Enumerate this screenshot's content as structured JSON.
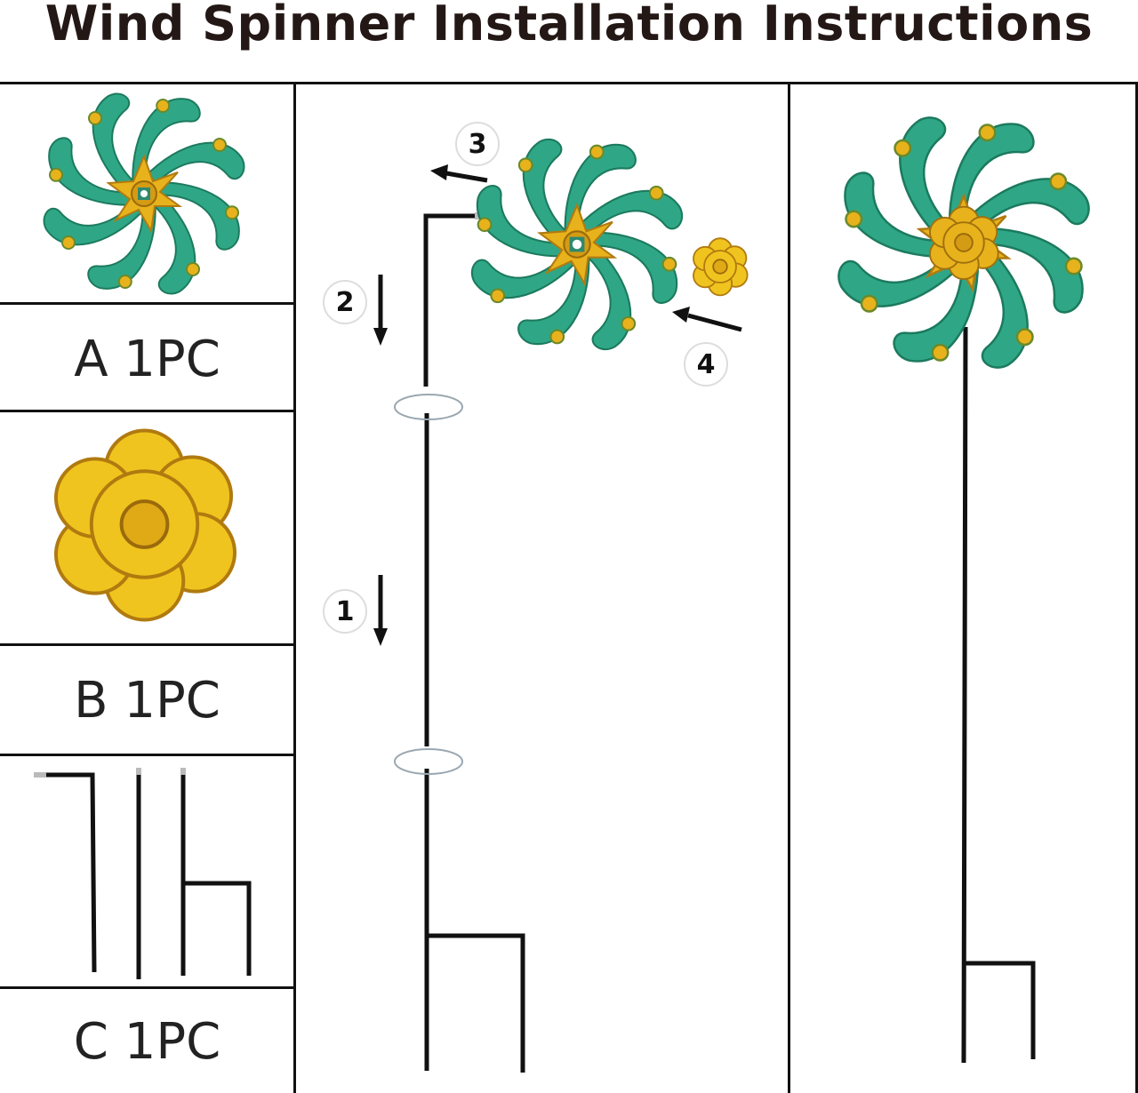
{
  "title": "Wind Spinner Installation Instructions",
  "parts": [
    {
      "label": "A 1PC"
    },
    {
      "label": "B 1PC"
    },
    {
      "label": "C 1PC"
    }
  ],
  "steps": [
    "1",
    "2",
    "3",
    "4"
  ],
  "colors": {
    "petal": "#2fa786",
    "petal_dark": "#1c7a5e",
    "gold": "#e8b21c",
    "gold_dark": "#b07a10",
    "stake": "#111111",
    "frame": "#111111"
  },
  "icons": [
    "spinner-wheel-icon",
    "decorative-cap-icon",
    "stake-rods-icon",
    "rotate-icon",
    "arrow-icon"
  ]
}
